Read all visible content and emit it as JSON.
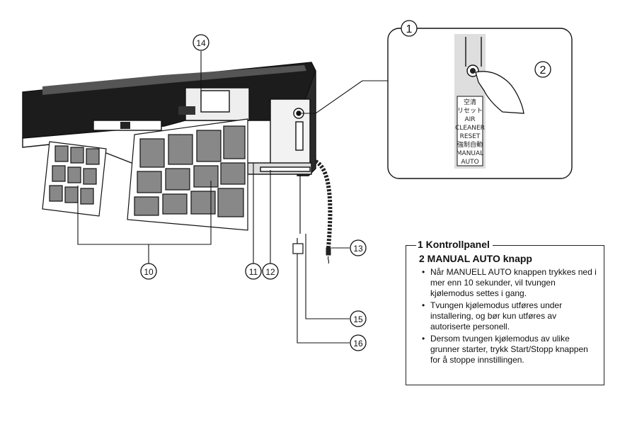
{
  "callouts": {
    "c1": "1",
    "c2": "2",
    "c10": "10",
    "c11": "11",
    "c12": "12",
    "c13": "13",
    "c14": "14",
    "c15": "15",
    "c16": "16"
  },
  "control_panel_labels": [
    "空清",
    "リセット",
    "AIR",
    "CLEANER",
    "RESET",
    "強制自動",
    "MANUAL",
    "AUTO"
  ],
  "info": {
    "line1": "1  Kontrollpanel",
    "line2": "2  MANUAL AUTO knapp",
    "bullets": [
      "Når MANUELL AUTO knappen trykkes ned i mer enn 10 sekunder, vil tvungen kjølemodus settes i gang.",
      "Tvungen kjølemodus utføres under installering, og bør kun utføres av autoriserte personell.",
      "Dersom tvungen kjølemodus av ulike grunner starter, trykk Start/Stopp knappen for å stoppe innstillingen."
    ]
  }
}
